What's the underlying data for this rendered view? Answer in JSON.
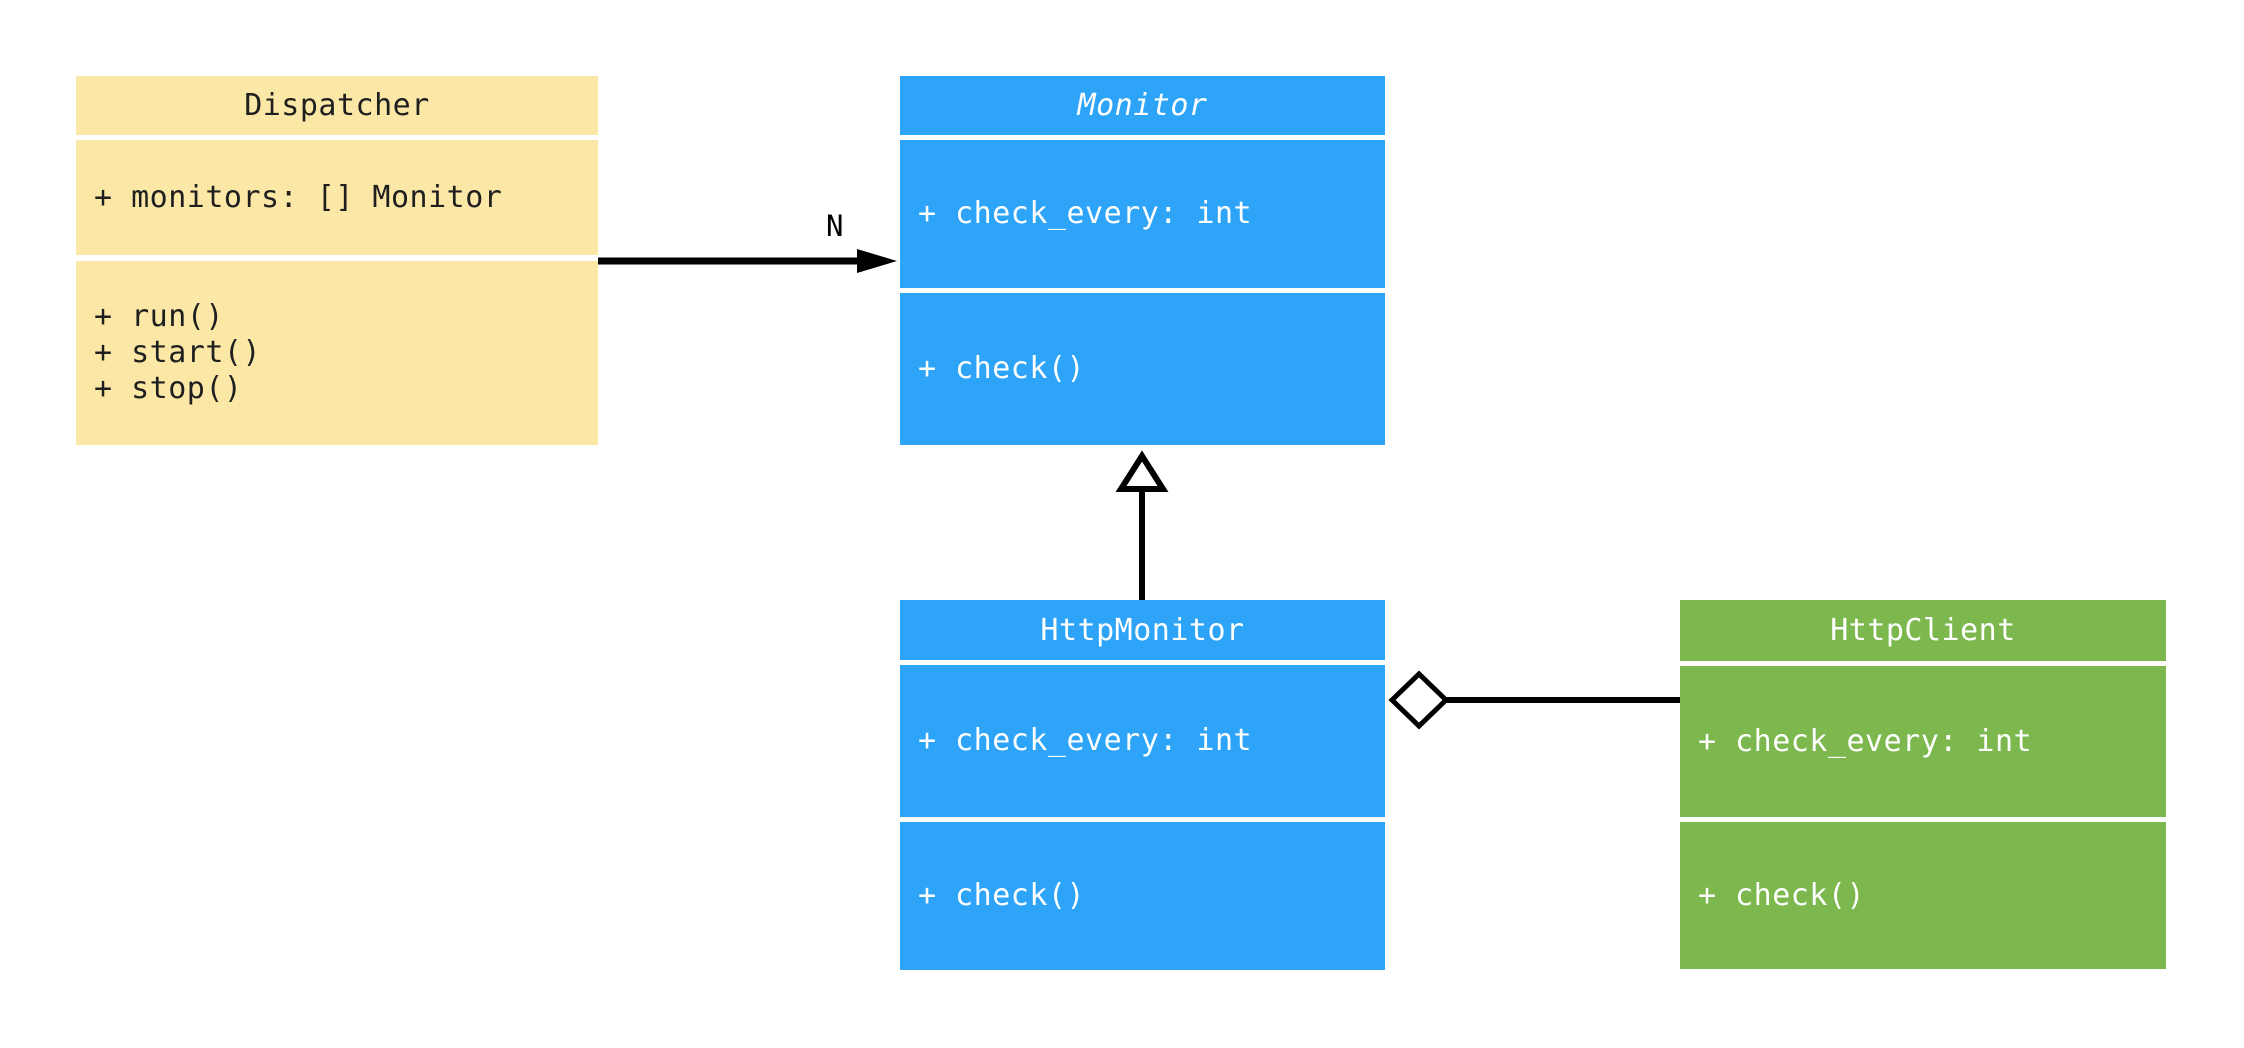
{
  "diagram": {
    "kind": "uml-class-diagram",
    "background_color": "#FFFFFF",
    "connector_color": "#000000"
  },
  "classes": {
    "dispatcher": {
      "title": "Dispatcher",
      "abstract": false,
      "attributes": [
        "+ monitors: [] Monitor"
      ],
      "methods": [
        "+ run()",
        "+ start()",
        "+ stop()"
      ],
      "fill": "#FBE8A6",
      "text_color": "#1F1F1F"
    },
    "monitor": {
      "title": "Monitor",
      "abstract": true,
      "attributes": [
        "+ check_every: int"
      ],
      "methods": [
        "+ check()"
      ],
      "fill": "#2EA4F9",
      "text_color": "#FFFFFF"
    },
    "http_monitor": {
      "title": "HttpMonitor",
      "abstract": false,
      "attributes": [
        "+ check_every: int"
      ],
      "methods": [
        "+ check()"
      ],
      "fill": "#2EA4F9",
      "text_color": "#FFFFFF"
    },
    "http_client": {
      "title": "HttpClient",
      "abstract": false,
      "attributes": [
        "+ check_every: int"
      ],
      "methods": [
        "+ check()"
      ],
      "fill": "#7CB84E",
      "text_color": "#FFFFFF"
    }
  },
  "relationships": [
    {
      "from": "Dispatcher",
      "to": "Monitor",
      "type": "directed-association",
      "label": "N"
    },
    {
      "from": "HttpMonitor",
      "to": "Monitor",
      "type": "inheritance",
      "label": ""
    },
    {
      "from": "HttpMonitor",
      "to": "HttpClient",
      "type": "aggregation",
      "label": ""
    }
  ]
}
